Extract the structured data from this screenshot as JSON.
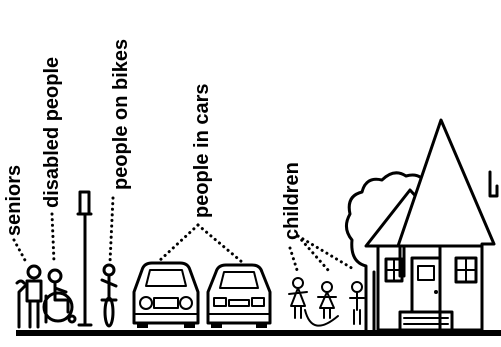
{
  "labels": {
    "seniors": "seniors",
    "disabled_people": "disabled people",
    "people_on_bikes": "people on bikes",
    "people_in_cars": "people in cars",
    "children": "children"
  },
  "colors": {
    "ink": "#000000",
    "background": "#ffffff"
  }
}
